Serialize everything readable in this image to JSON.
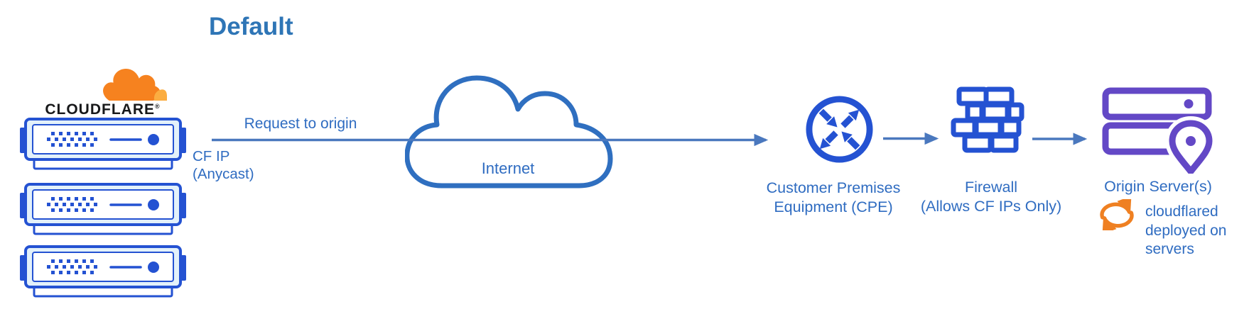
{
  "title": "Default",
  "cloudflare": {
    "wordmark": "CLOUDFLARE",
    "registered": "®"
  },
  "flow": {
    "request_label": "Request to origin",
    "cf_ip_line1": "CF IP",
    "cf_ip_line2": "(Anycast)",
    "internet_label": "Internet"
  },
  "nodes": {
    "cpe": {
      "label_line1": "Customer Premises",
      "label_line2": "Equipment (CPE)"
    },
    "firewall": {
      "label_line1": "Firewall",
      "label_line2": "(Allows CF IPs Only)"
    },
    "origin": {
      "label": "Origin Server(s)",
      "note_line1": "cloudflared",
      "note_line2": "deployed on",
      "note_line3": "servers"
    }
  },
  "colors": {
    "title_blue": "#2E75B6",
    "label_blue": "#2F6CC1",
    "icon_blue": "#2452D2",
    "arrow_blue": "#4A78BE",
    "cloud_outline_blue": "#2F6FC0",
    "server_fill": "#E3F1FA",
    "origin_purple": "#6348C6",
    "cloudflare_orange": "#F6821F",
    "cloudflare_light_orange": "#FBAD41",
    "sync_orange": "#EF8022",
    "wordmark_black": "#17181A"
  }
}
